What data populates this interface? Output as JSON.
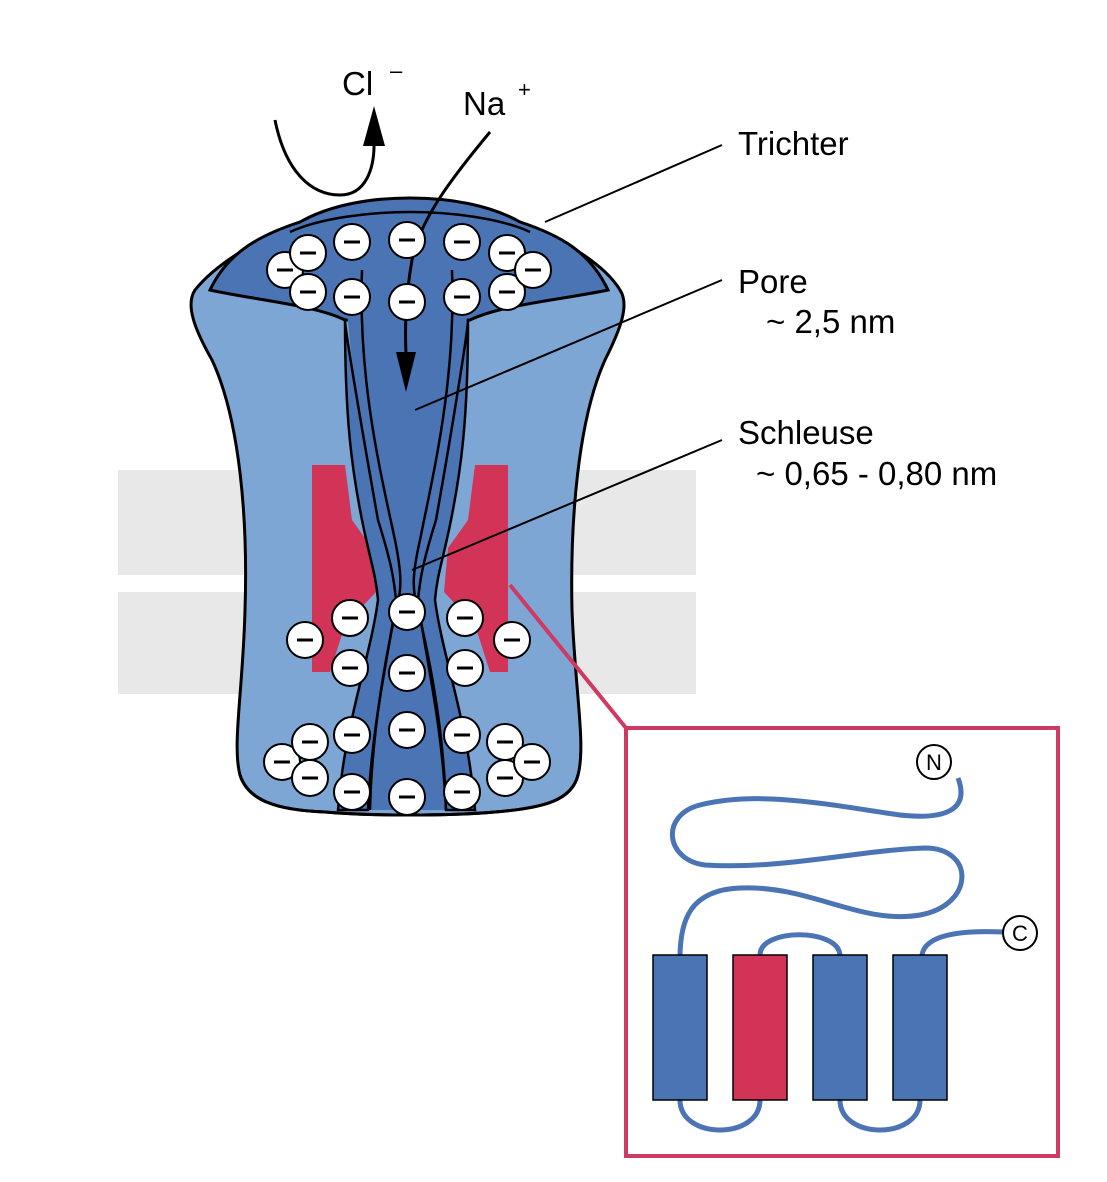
{
  "ions": {
    "chloride": {
      "symbol": "Cl",
      "charge": "–"
    },
    "sodium": {
      "symbol": "Na",
      "charge": "+"
    }
  },
  "labels": {
    "funnel": "Trichter",
    "pore": "Pore",
    "pore_size": "~ 2,5 nm",
    "gate": "Schleuse",
    "gate_size": "~ 0,65 - 0,80 nm"
  },
  "inset": {
    "n_terminus": "N",
    "c_terminus": "C"
  },
  "charge_symbol": "–",
  "colors": {
    "channel_light": "#7ea6d4",
    "channel_dark": "#4b74b5",
    "gate_red": "#d13457",
    "membrane": "#e8e8e8",
    "inset_border": "#cf3a62"
  }
}
